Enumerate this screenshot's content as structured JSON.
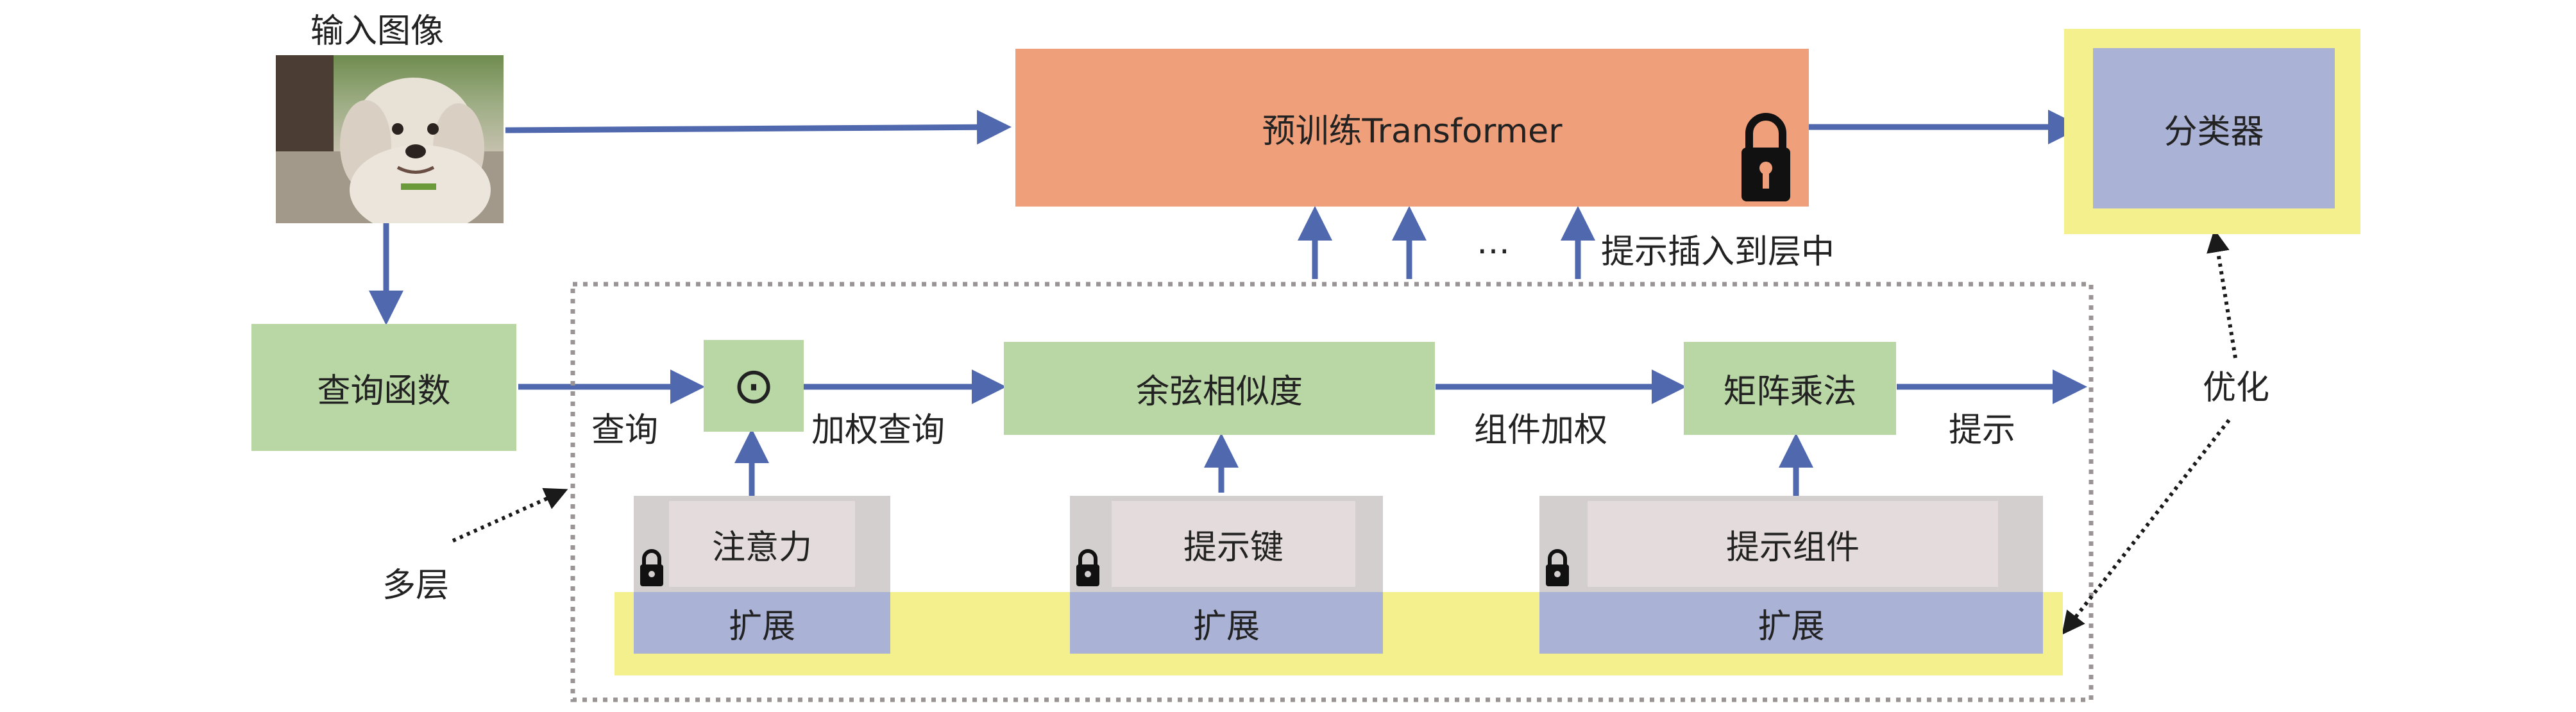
{
  "input": {
    "label": "输入图像",
    "photo": "dog-photo"
  },
  "transformer": {
    "label": "预训练Transformer",
    "icon": "lock-icon"
  },
  "classifier": {
    "label": "分类器"
  },
  "query_function": {
    "label": "查询函数"
  },
  "insert_label": "提示插入到层中",
  "ellipsis": "…",
  "flow_labels": {
    "query": "查询",
    "weighted_query": "加权查询",
    "component_weight": "组件加权",
    "prompt": "提示"
  },
  "hadamard": "⊙",
  "cosine_similarity": "余弦相似度",
  "matrix_mult": "矩阵乘法",
  "optimize": "优化",
  "multi_layer": "多层",
  "attention": "注意力",
  "prompt_key": "提示键",
  "prompt_components": "提示组件",
  "expand": "扩展",
  "colors": {
    "arrow": "#5068ad",
    "green": "#b8d7a4",
    "salmon": "#ef9f7a",
    "lavender": "#aab3d6",
    "yellow": "#f4f08d"
  }
}
